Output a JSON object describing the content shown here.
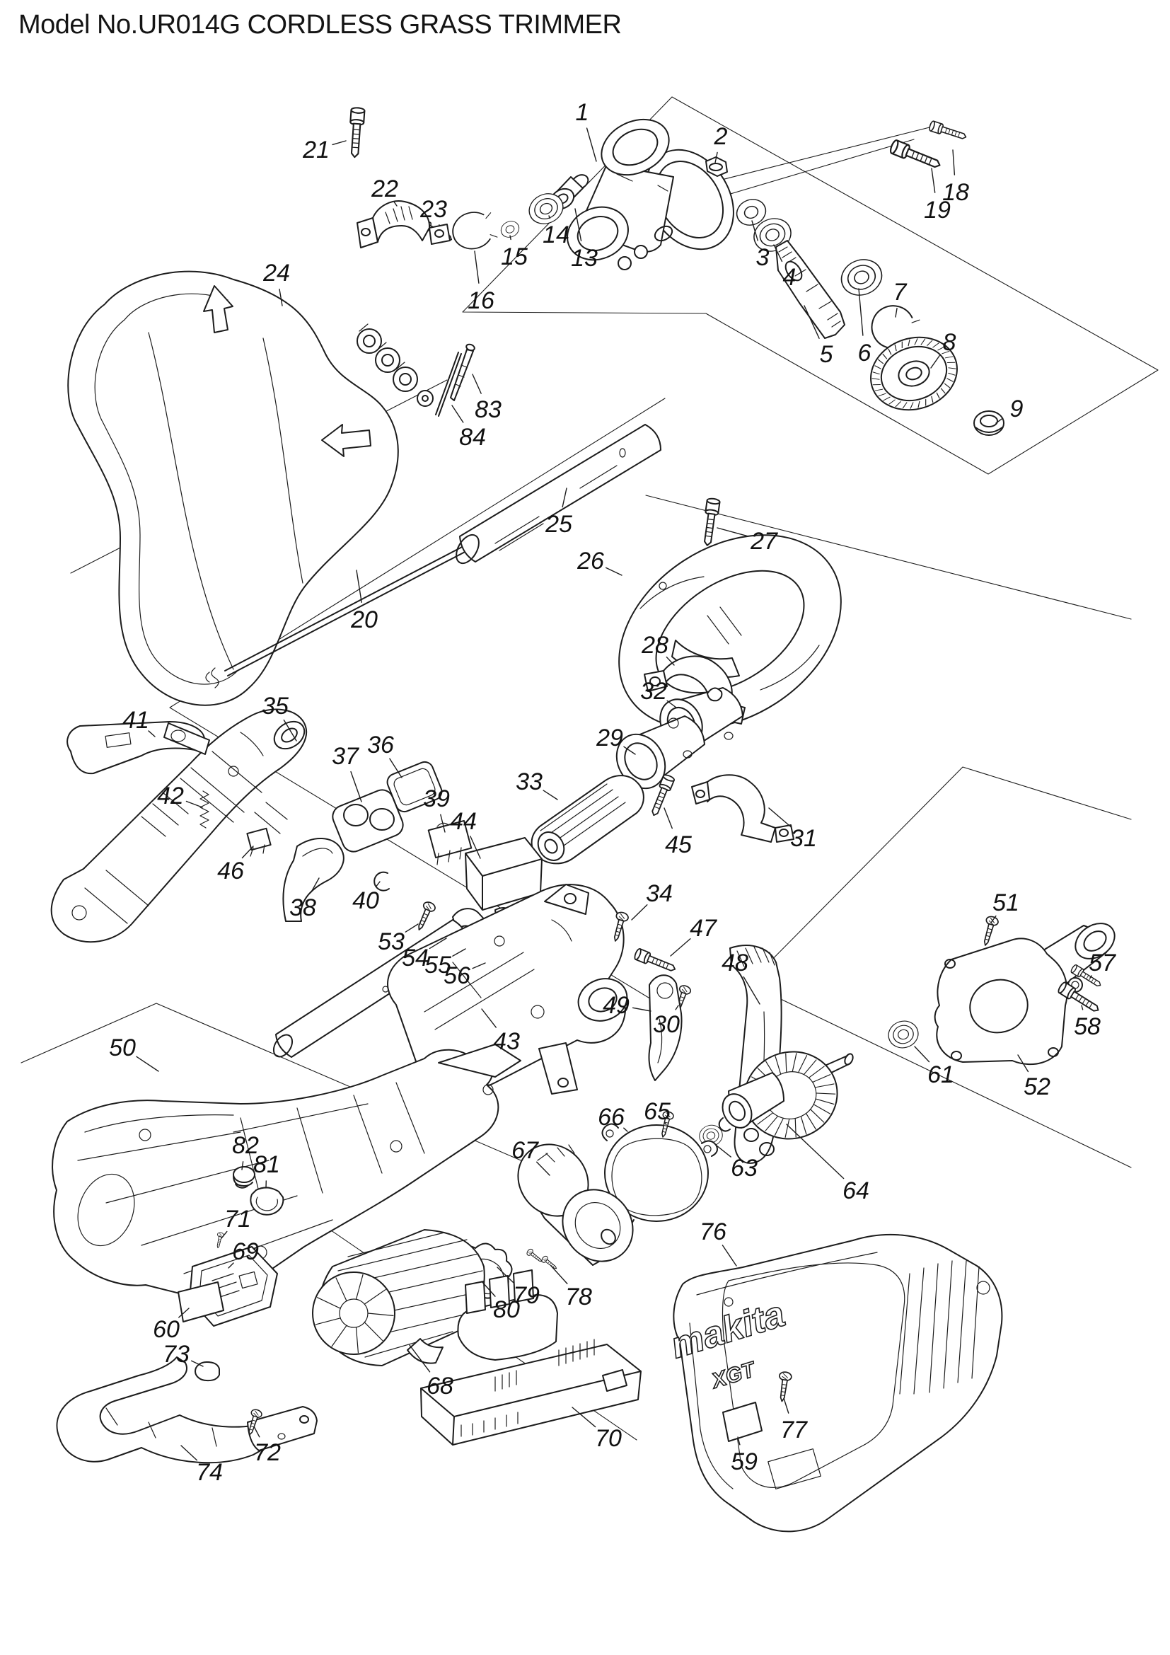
{
  "title": "Model No.UR014G CORDLESS GRASS TRIMMER",
  "brand": {
    "logo_text": "makita",
    "series_text": "XGT"
  },
  "diagram": {
    "ink": "#1c1c1c",
    "parts": [
      [
        "1",
        823,
        158,
        843,
        228
      ],
      [
        "2",
        1019,
        192,
        1011,
        230
      ],
      [
        "3",
        1078,
        363,
        1063,
        312
      ],
      [
        "4",
        1116,
        391,
        1094,
        346
      ],
      [
        "5",
        1168,
        500,
        1137,
        432
      ],
      [
        "6",
        1222,
        498,
        1214,
        408
      ],
      [
        "7",
        1272,
        412,
        1266,
        448
      ],
      [
        "8",
        1342,
        483,
        1316,
        520
      ],
      [
        "9",
        1437,
        577,
        1408,
        598
      ],
      [
        "13",
        826,
        364,
        813,
        295
      ],
      [
        "14",
        786,
        331,
        776,
        305
      ],
      [
        "15",
        727,
        362,
        721,
        333
      ],
      [
        "16",
        680,
        424,
        671,
        355
      ],
      [
        "18",
        1351,
        271,
        1347,
        212
      ],
      [
        "19",
        1325,
        296,
        1317,
        238
      ],
      [
        "20",
        515,
        875,
        504,
        806
      ],
      [
        "21",
        447,
        211,
        489,
        199
      ],
      [
        "22",
        544,
        266,
        561,
        291
      ],
      [
        "23",
        613,
        295,
        621,
        318
      ],
      [
        "24",
        391,
        385,
        399,
        432
      ],
      [
        "25",
        790,
        740,
        801,
        690
      ],
      [
        "26",
        835,
        792,
        879,
        813
      ],
      [
        "27",
        1080,
        764,
        1014,
        746
      ],
      [
        "28",
        926,
        911,
        953,
        940
      ],
      [
        "29",
        862,
        1042,
        898,
        1066
      ],
      [
        "30",
        942,
        1447,
        959,
        1421
      ],
      [
        "31",
        1136,
        1184,
        1087,
        1142
      ],
      [
        "32",
        924,
        976,
        956,
        1000
      ],
      [
        "33",
        748,
        1104,
        788,
        1130
      ],
      [
        "34",
        932,
        1262,
        893,
        1300
      ],
      [
        "35",
        389,
        997,
        419,
        1047
      ],
      [
        "36",
        538,
        1052,
        568,
        1099
      ],
      [
        "37",
        488,
        1068,
        511,
        1133
      ],
      [
        "38",
        428,
        1282,
        451,
        1241
      ],
      [
        "39",
        617,
        1128,
        629,
        1176
      ],
      [
        "40",
        517,
        1272,
        537,
        1246
      ],
      [
        "41",
        192,
        1017,
        219,
        1041
      ],
      [
        "42",
        241,
        1124,
        286,
        1141
      ],
      [
        "43",
        716,
        1471,
        681,
        1426
      ],
      [
        "44",
        655,
        1160,
        679,
        1213
      ],
      [
        "45",
        959,
        1193,
        939,
        1142
      ],
      [
        "46",
        326,
        1230,
        358,
        1196
      ],
      [
        "47",
        994,
        1311,
        948,
        1351
      ],
      [
        "48",
        1039,
        1360,
        1074,
        1419
      ],
      [
        "49",
        871,
        1420,
        920,
        1429
      ],
      [
        "50",
        173,
        1480,
        224,
        1514
      ],
      [
        "51",
        1422,
        1275,
        1401,
        1304
      ],
      [
        "52",
        1466,
        1535,
        1439,
        1491
      ],
      [
        "53",
        553,
        1330,
        591,
        1306
      ],
      [
        "54",
        587,
        1353,
        631,
        1326
      ],
      [
        "55",
        619,
        1363,
        658,
        1341
      ],
      [
        "56",
        646,
        1378,
        686,
        1361
      ],
      [
        "57",
        1558,
        1360,
        1541,
        1382
      ],
      [
        "58",
        1537,
        1450,
        1529,
        1421
      ],
      [
        "59",
        1052,
        2065,
        1043,
        2031
      ],
      [
        "60",
        235,
        1878,
        267,
        1849
      ],
      [
        "61",
        1330,
        1518,
        1293,
        1479
      ],
      [
        "63",
        1052,
        1650,
        1013,
        1619
      ],
      [
        "64",
        1210,
        1682,
        1112,
        1589
      ],
      [
        "65",
        929,
        1570,
        940,
        1587
      ],
      [
        "66",
        864,
        1578,
        887,
        1599
      ],
      [
        "67",
        742,
        1625,
        777,
        1661
      ],
      [
        "68",
        622,
        1958,
        579,
        1901
      ],
      [
        "69",
        347,
        1768,
        323,
        1792
      ],
      [
        "70",
        860,
        2032,
        809,
        1989
      ],
      [
        "71",
        336,
        1722,
        313,
        1750
      ],
      [
        "72",
        378,
        2052,
        359,
        2016
      ],
      [
        "73",
        249,
        1913,
        287,
        1931
      ],
      [
        "74",
        296,
        2080,
        256,
        2043
      ],
      [
        "76",
        1008,
        1740,
        1041,
        1789
      ],
      [
        "77",
        1122,
        2020,
        1108,
        1976
      ],
      [
        "78",
        818,
        1832,
        779,
        1789
      ],
      [
        "79",
        744,
        1830,
        703,
        1791
      ],
      [
        "80",
        716,
        1850,
        681,
        1811
      ],
      [
        "81",
        377,
        1645,
        376,
        1679
      ],
      [
        "82",
        347,
        1618,
        342,
        1653
      ],
      [
        "83",
        690,
        578,
        668,
        529
      ],
      [
        "84",
        668,
        617,
        639,
        573
      ]
    ]
  }
}
